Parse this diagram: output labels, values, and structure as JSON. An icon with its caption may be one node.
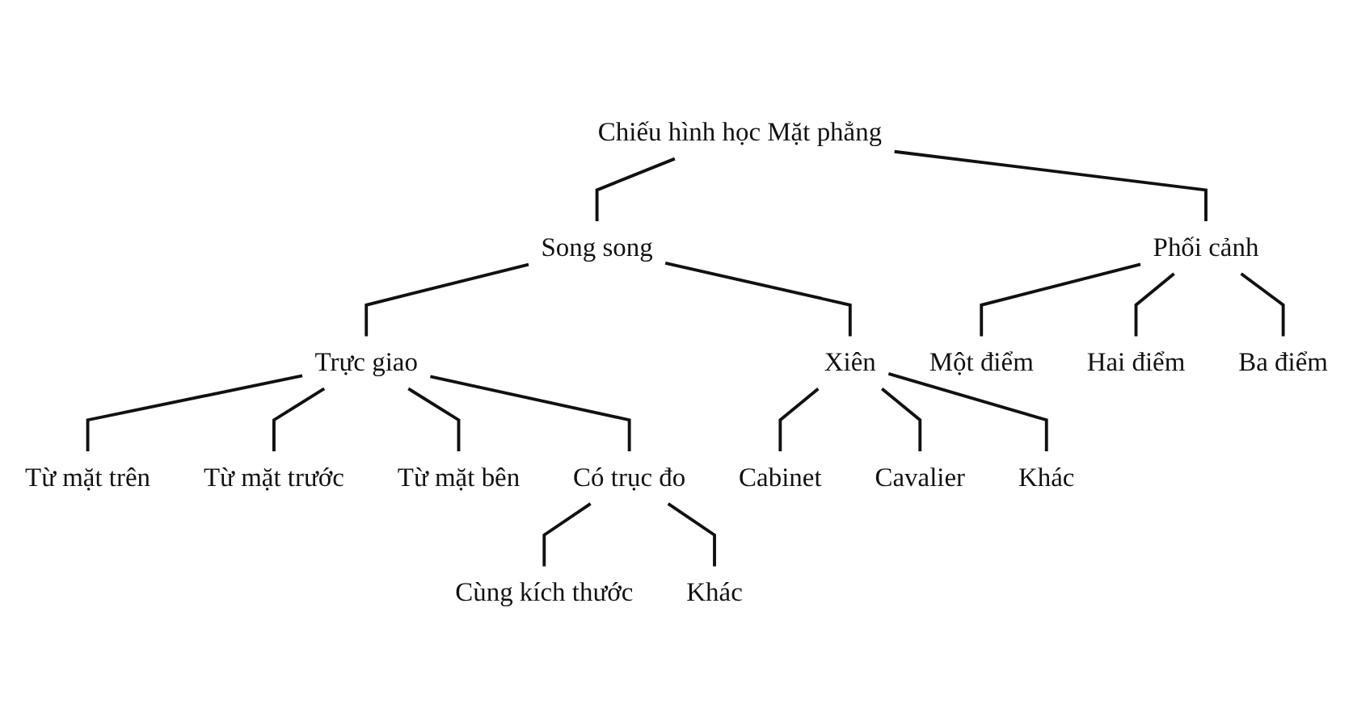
{
  "diagram": {
    "nodes": [
      {
        "text": [
          "Chiếu hình học Mặt phẳng"
        ]
      },
      {
        "text": [
          "Song song"
        ]
      },
      {
        "text": [
          "Phối cảnh"
        ]
      },
      {
        "text": [
          "Trực giao"
        ]
      },
      {
        "text": [
          "Xiên"
        ]
      },
      {
        "text": [
          "Một điểm"
        ]
      },
      {
        "text": [
          "Hai điểm"
        ]
      },
      {
        "text": [
          "Ba điểm"
        ]
      },
      {
        "text": [
          "Từ mặt trên"
        ]
      },
      {
        "text": [
          "Có trục đo"
        ]
      },
      {
        "text": [
          "Cabinet"
        ]
      },
      {
        "text": [
          "Từ mặt trước"
        ]
      },
      {
        "text": [
          "Cavalier"
        ]
      },
      {
        "text": [
          "Khác"
        ]
      },
      {
        "text": [
          "Từ mặt bên"
        ]
      },
      {
        "text": [
          "Cùng kích thước"
        ]
      },
      {
        "text": [
          "Khác"
        ]
      }
    ],
    "edges": [
      {
        "from": 0,
        "to": 1,
        "arrow": "none"
      },
      {
        "from": 0,
        "to": 2,
        "arrow": "none"
      },
      {
        "from": 1,
        "to": 3,
        "arrow": "none"
      },
      {
        "from": 1,
        "to": 4,
        "arrow": "none"
      },
      {
        "from": 2,
        "to": 5,
        "arrow": "none"
      },
      {
        "from": 2,
        "to": 6,
        "arrow": "none"
      },
      {
        "from": 2,
        "to": 7,
        "arrow": "none"
      },
      {
        "from": 3,
        "to": 8,
        "arrow": "none"
      },
      {
        "from": 3,
        "to": 11,
        "arrow": "none"
      },
      {
        "from": 3,
        "to": 14,
        "arrow": "none"
      },
      {
        "from": 3,
        "to": 9,
        "arrow": "none"
      },
      {
        "from": 4,
        "to": 10,
        "arrow": "none"
      },
      {
        "from": 4,
        "to": 12,
        "arrow": "none"
      },
      {
        "from": 4,
        "to": 13,
        "arrow": "none"
      },
      {
        "from": 9,
        "to": 15,
        "arrow": "none"
      },
      {
        "from": 9,
        "to": 16,
        "arrow": "none"
      }
    ]
  }
}
